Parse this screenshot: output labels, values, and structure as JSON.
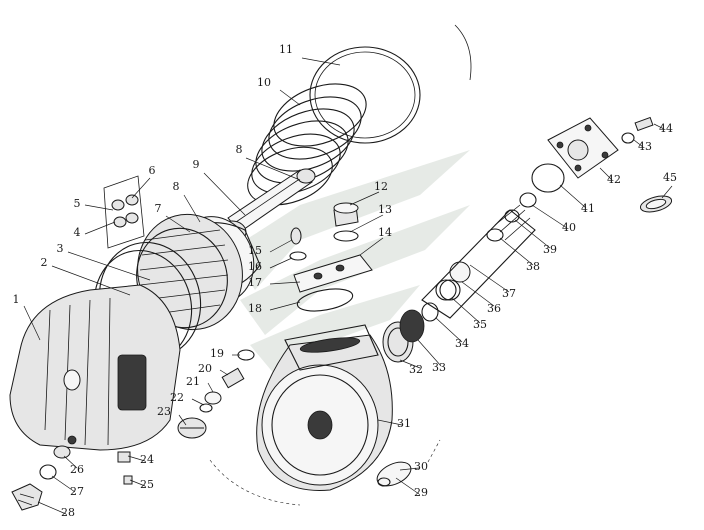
{
  "diagram": {
    "callouts": [
      {
        "id": "1",
        "label": "1"
      },
      {
        "id": "2",
        "label": "2"
      },
      {
        "id": "3",
        "label": "3"
      },
      {
        "id": "4",
        "label": "4"
      },
      {
        "id": "5",
        "label": "5"
      },
      {
        "id": "6",
        "label": "6"
      },
      {
        "id": "7",
        "label": "7"
      },
      {
        "id": "8a",
        "label": "8"
      },
      {
        "id": "8b",
        "label": "8"
      },
      {
        "id": "9",
        "label": "9"
      },
      {
        "id": "10",
        "label": "10"
      },
      {
        "id": "11",
        "label": "11"
      },
      {
        "id": "12",
        "label": "12"
      },
      {
        "id": "13",
        "label": "13"
      },
      {
        "id": "14",
        "label": "14"
      },
      {
        "id": "15",
        "label": "15"
      },
      {
        "id": "16",
        "label": "16"
      },
      {
        "id": "17",
        "label": "17"
      },
      {
        "id": "18",
        "label": "18"
      },
      {
        "id": "19",
        "label": "19"
      },
      {
        "id": "20",
        "label": "20"
      },
      {
        "id": "21",
        "label": "21"
      },
      {
        "id": "22",
        "label": "22"
      },
      {
        "id": "23",
        "label": "23"
      },
      {
        "id": "24",
        "label": "24"
      },
      {
        "id": "25",
        "label": "25"
      },
      {
        "id": "26",
        "label": "26"
      },
      {
        "id": "27",
        "label": "27"
      },
      {
        "id": "28",
        "label": "28"
      },
      {
        "id": "29",
        "label": "29"
      },
      {
        "id": "30",
        "label": "30"
      },
      {
        "id": "31",
        "label": "31"
      },
      {
        "id": "32",
        "label": "32"
      },
      {
        "id": "33",
        "label": "33"
      },
      {
        "id": "34",
        "label": "34"
      },
      {
        "id": "35",
        "label": "35"
      },
      {
        "id": "36",
        "label": "36"
      },
      {
        "id": "37",
        "label": "37"
      },
      {
        "id": "38",
        "label": "38"
      },
      {
        "id": "39",
        "label": "39"
      },
      {
        "id": "40",
        "label": "40"
      },
      {
        "id": "41",
        "label": "41"
      },
      {
        "id": "42",
        "label": "42"
      },
      {
        "id": "43",
        "label": "43"
      },
      {
        "id": "44",
        "label": "44"
      },
      {
        "id": "45",
        "label": "45"
      }
    ],
    "colors": {
      "line": "#1a1a1a",
      "watermark": "#b8c4b8"
    },
    "icons": [
      "watermark-logo"
    ]
  }
}
